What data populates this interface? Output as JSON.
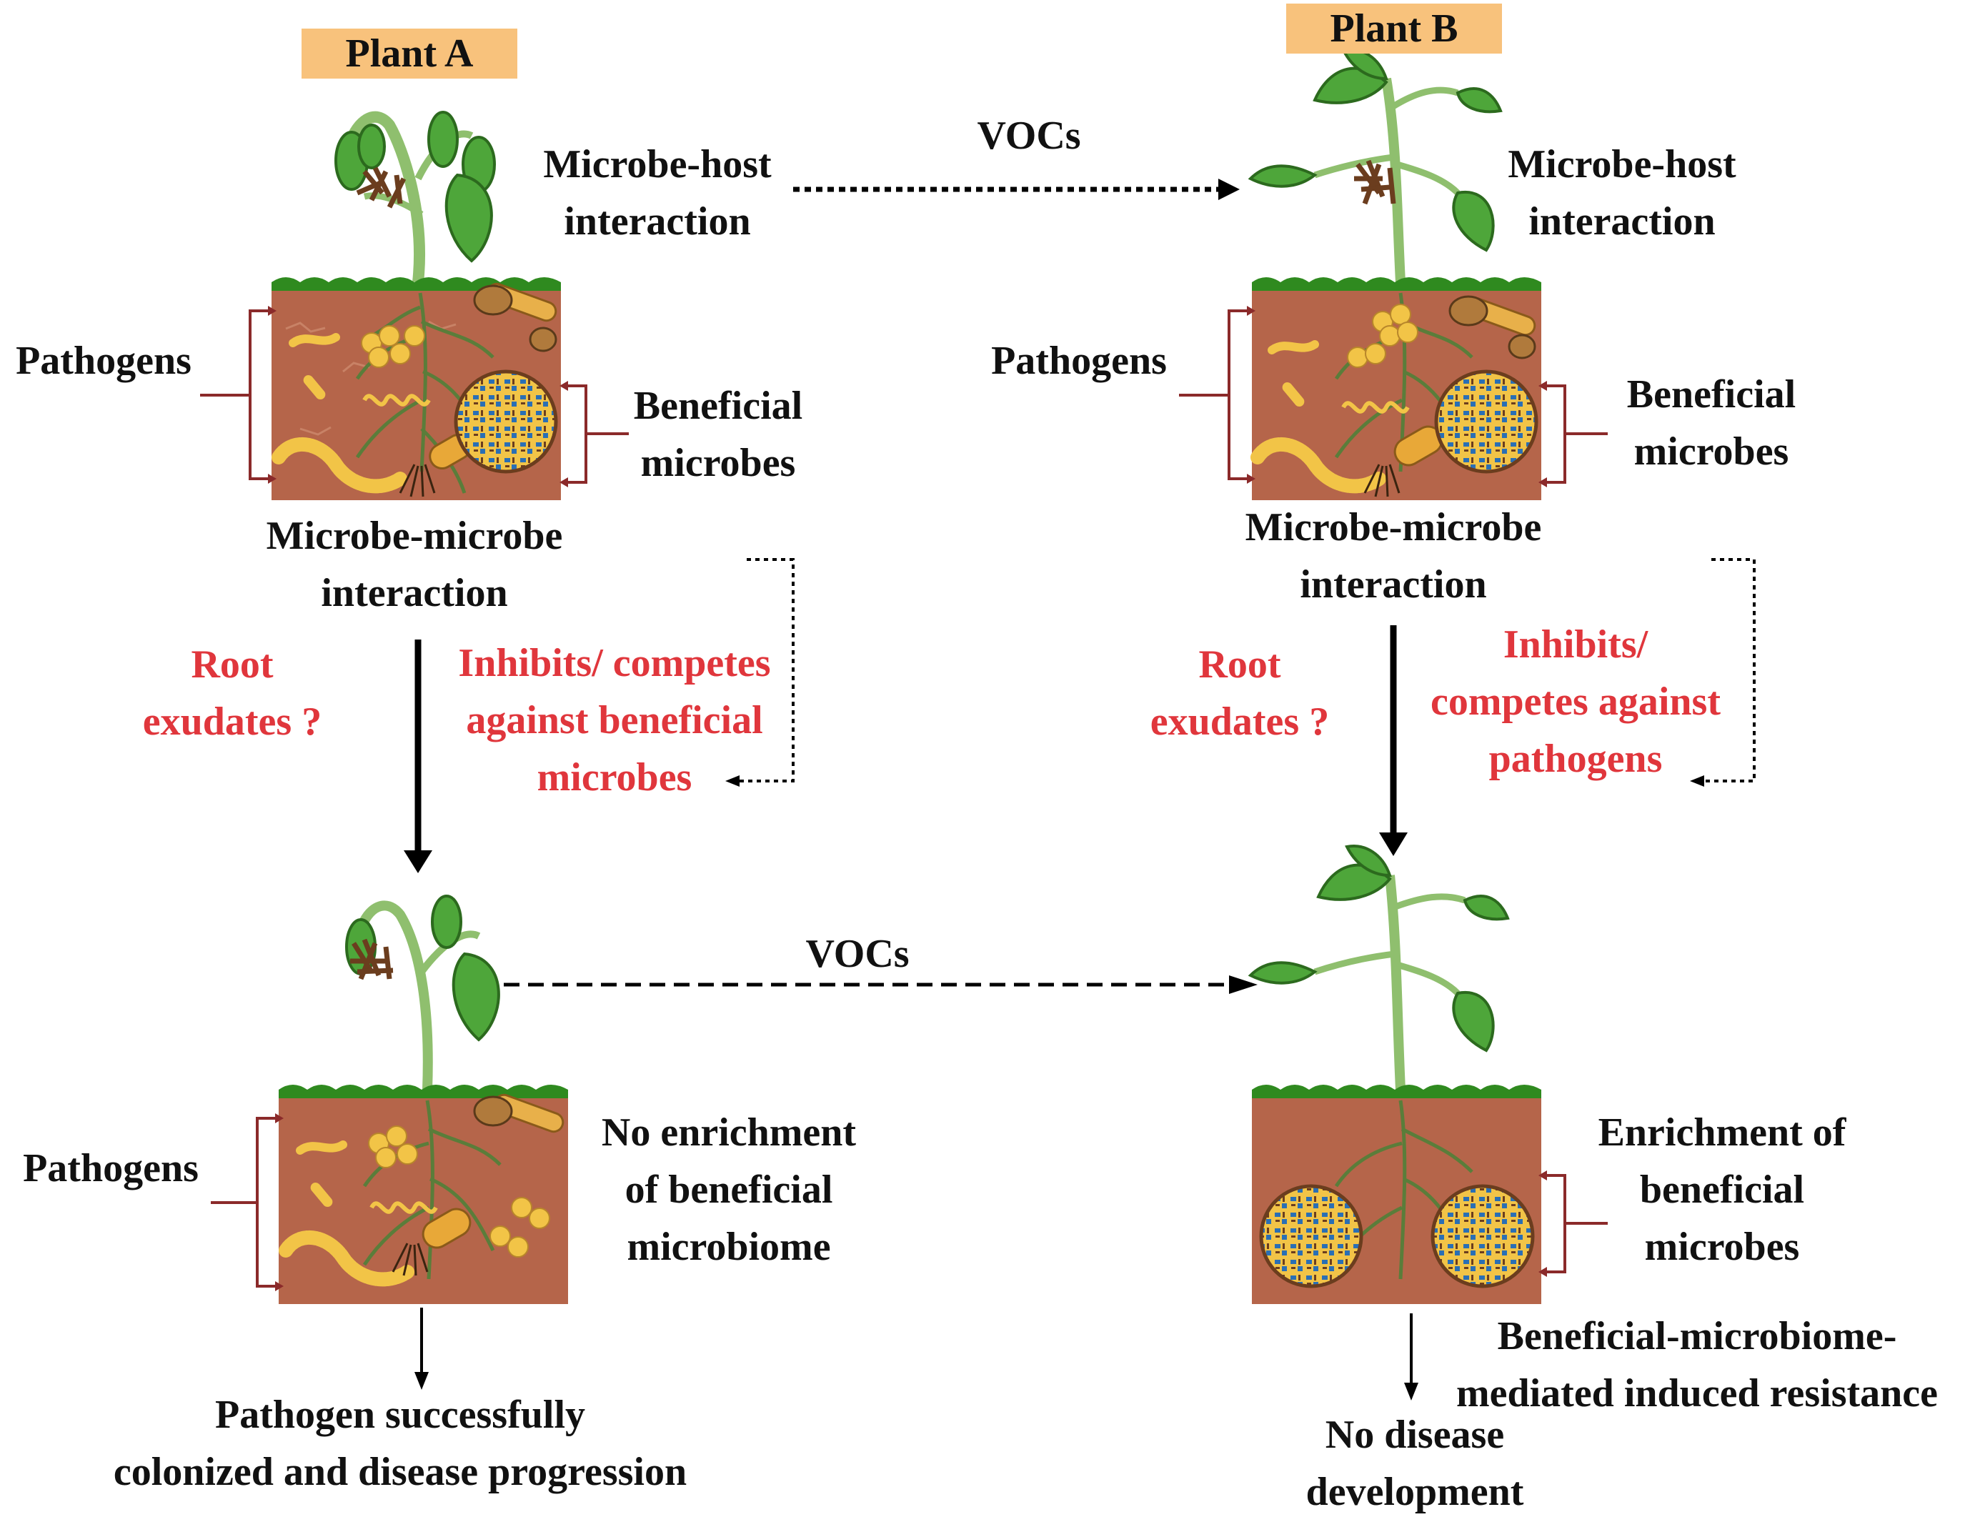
{
  "plant_a": {
    "title": "Plant A",
    "top_labels": {
      "pathogens": "Pathogens",
      "beneficial": [
        "Beneficial",
        "microbes"
      ],
      "microbe_microbe": [
        "Microbe-microbe",
        "interaction"
      ],
      "root_exudates": [
        "Root",
        "exudates ?"
      ],
      "inhibits": [
        "Inhibits/ competes",
        "against beneficial",
        "microbes"
      ]
    },
    "bottom_labels": {
      "pathogens": "Pathogens",
      "no_enrichment": [
        "No enrichment",
        "of beneficial",
        "microbiome"
      ],
      "outcome": [
        "Pathogen successfully",
        "colonized and disease progression"
      ]
    }
  },
  "plant_b": {
    "title": "Plant B",
    "top_labels": {
      "microbe_host": [
        "Microbe-host",
        "interaction"
      ],
      "pathogens": "Pathogens",
      "beneficial": [
        "Beneficial",
        "microbes"
      ],
      "microbe_microbe": [
        "Microbe-microbe",
        "interaction"
      ],
      "root_exudates": [
        "Root",
        "exudates ?"
      ],
      "inhibits": [
        "Inhibits/",
        "competes against",
        "pathogens"
      ]
    },
    "bottom_labels": {
      "enrichment": [
        "Enrichment of",
        "beneficial",
        "microbes"
      ],
      "resistance": [
        "Beneficial-microbiome-",
        "mediated induced resistance"
      ],
      "outcome": [
        "No disease",
        "development"
      ]
    }
  },
  "center": {
    "microbe_host": [
      "Microbe-host",
      "interaction"
    ],
    "vocs_top": "VOCs",
    "vocs_bottom": "VOCs"
  },
  "colors": {
    "soil": "#b5654a",
    "grass": "#2f8a1f",
    "leaf": "#4ea63a",
    "stem": "#8fbf6e",
    "highlight": "#e0363c",
    "bracket": "#8b2a2a",
    "title_plate": "#f8c27c"
  }
}
